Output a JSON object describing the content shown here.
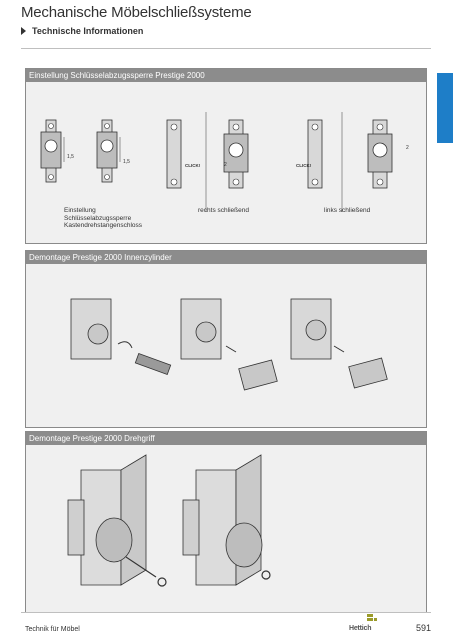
{
  "header": {
    "title": "Mechanische Möbelschließsysteme",
    "subtitle": "Technische Informationen"
  },
  "sections": [
    {
      "heading": "Einstellung Schlüsselabzugssperre Prestige 2000",
      "captions": [
        [
          "Einstellung",
          "Schlüsselabzugssperre",
          "Kastendrehstangenschloss"
        ],
        [
          "rechts schließend"
        ],
        [
          "links schließend"
        ]
      ],
      "labels": {
        "click": "CLICK!",
        "dim_a": "1,5",
        "dim_b": "2"
      }
    },
    {
      "heading": "Demontage Prestige 2000 Innenzylinder"
    },
    {
      "heading": "Demontage Prestige 2000 Drehgriff"
    }
  ],
  "footer": {
    "left": "Technik für Möbel",
    "page": "591",
    "brand": "Hettich"
  }
}
